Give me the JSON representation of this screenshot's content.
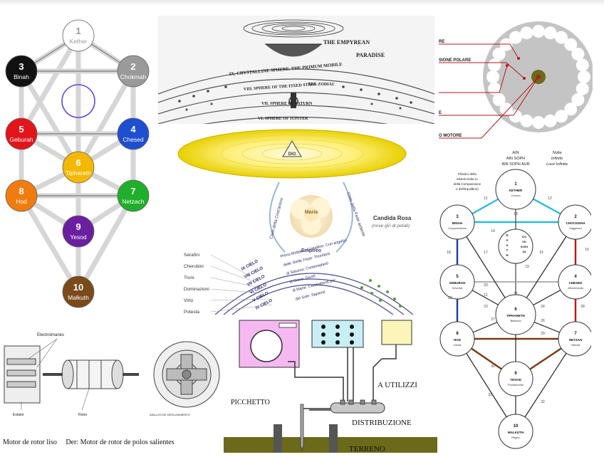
{
  "tree_left": {
    "sephirot": [
      {
        "num": "1",
        "name": "Kether",
        "color": "#ffffff",
        "text": "#999999"
      },
      {
        "num": "2",
        "name": "Chokmah",
        "color": "#9a9a9a",
        "text": "#ffffff"
      },
      {
        "num": "3",
        "name": "Binah",
        "color": "#111111",
        "text": "#ffffff"
      },
      {
        "num": "4",
        "name": "Chesed",
        "color": "#1e4fd0",
        "text": "#ffffff"
      },
      {
        "num": "5",
        "name": "Geburah",
        "color": "#e4141b",
        "text": "#ffffff"
      },
      {
        "num": "6",
        "name": "Tiphareth",
        "color": "#f5b800",
        "text": "#ffffff"
      },
      {
        "num": "7",
        "name": "Netzach",
        "color": "#1faf2a",
        "text": "#ffffff"
      },
      {
        "num": "8",
        "name": "Hod",
        "color": "#f07c10",
        "text": "#ffffff"
      },
      {
        "num": "9",
        "name": "Yesod",
        "color": "#6a1fa0",
        "text": "#ffffff"
      },
      {
        "num": "10",
        "name": "Malkuth",
        "color": "#7a4a1a",
        "text": "#ffffff"
      }
    ]
  },
  "spheres_top": {
    "labels": [
      "THE EMPYREAN",
      "PARADISE",
      "IX. CRYSTALLINE SPHERE. THE PRIMUM MOBILE",
      "THE ZODIAC",
      "VIII. SPHERE OF THE FIXED STARS",
      "VII. SPHERE OF SATURN",
      "VI. SPHERE OF JUPITER"
    ]
  },
  "motor_right": {
    "labels": [
      "RE",
      "SIONE POLARE",
      "E",
      "O MOTORE"
    ]
  },
  "rose": {
    "center": "DIO",
    "rose_label": "Maria",
    "candida": "Candida Rosa",
    "candida_sub": "(nove giri di petali)",
    "empireo": "Empireo",
    "arc_left": "Cielo della Crist'animo",
    "arc_right": "Cielo della Fede ardente",
    "choirs": [
      "Serafini",
      "Cherubini",
      "Troni",
      "Dominazioni",
      "Virtù",
      "Potestà"
    ],
    "heavens": [
      "IX CIELO",
      "VIII CIELO",
      "VII CIELO",
      "VI CIELO",
      "V CIELO",
      "IV CIELO"
    ],
    "heaven_desc": [
      "Primo Mobile o Cristallino: Cori angelici",
      "delle Stelle Fisse: Trionfanti",
      "di Saturno: Contemplanti",
      "di Giove: Giusti",
      "di Marte: Combattenti per",
      "del Sole: Sapienti"
    ]
  },
  "tree_right": {
    "header": [
      "AIN",
      "AIN SOPH",
      "AIN SOPH AUR"
    ],
    "nulla": [
      "Nulla",
      "Infinito",
      "Luce Infinita"
    ],
    "pillar_text": [
      "Pilastro della",
      "Misericordia (o",
      "della Compassione",
      "e dell'Equilibrio)"
    ],
    "nodes": [
      {
        "num": "1",
        "name": "KETHER",
        "sub": "Corona"
      },
      {
        "num": "2",
        "name": "CHOCKMAH",
        "sub": "Saggezza"
      },
      {
        "num": "3",
        "name": "BINAH",
        "sub": "Comprensione"
      },
      {
        "num": "4",
        "name": "CHESED",
        "sub": "Misericordia"
      },
      {
        "num": "5",
        "name": "GEBURAH",
        "sub": "Severità"
      },
      {
        "num": "6",
        "name": "TIPHARETH",
        "sub": "Bellezza"
      },
      {
        "num": "7",
        "name": "NETZAH",
        "sub": "Vittoria"
      },
      {
        "num": "8",
        "name": "HOD",
        "sub": "Gloria"
      },
      {
        "num": "9",
        "name": "YESOD",
        "sub": "Fondamento"
      },
      {
        "num": "10",
        "name": "MALKUTH",
        "sub": "Regno"
      }
    ],
    "daath": [
      "D",
      "A",
      "A",
      "T",
      "H"
    ],
    "daath_side": [
      "Co",
      "no",
      "scen",
      "za"
    ],
    "path_numbers": [
      "11",
      "12",
      "13",
      "14",
      "15",
      "16",
      "17",
      "18",
      "19",
      "20",
      "21",
      "22",
      "23",
      "24",
      "25",
      "26",
      "27",
      "28",
      "29",
      "30",
      "31",
      "32"
    ]
  },
  "motor_bottom": {
    "label_top": "Electroimanes",
    "label_estator": "Estator",
    "label_rotor": "Rotor",
    "label_anillos": "ANILLOS DE DESLIZAMIENTO",
    "caption": "Motor de rotor liso     Der: Motor de rotor de polos salientes"
  },
  "grounding": {
    "utilizzi": "A UTILIZZI",
    "picchetto": "PICCHETTO",
    "distribuzione": "DISTRIBUZIONE",
    "terreno": "TERRENO"
  },
  "colors": {
    "cyan": "#2bbcd8",
    "navy": "#1a3aa8",
    "crimson": "#c01818",
    "brown": "#7a3a10",
    "magenta": "#f6b8f0",
    "lightblue": "#c8eef6",
    "lightyellow": "#fbf6b8",
    "olive": "#6a6a1a"
  }
}
